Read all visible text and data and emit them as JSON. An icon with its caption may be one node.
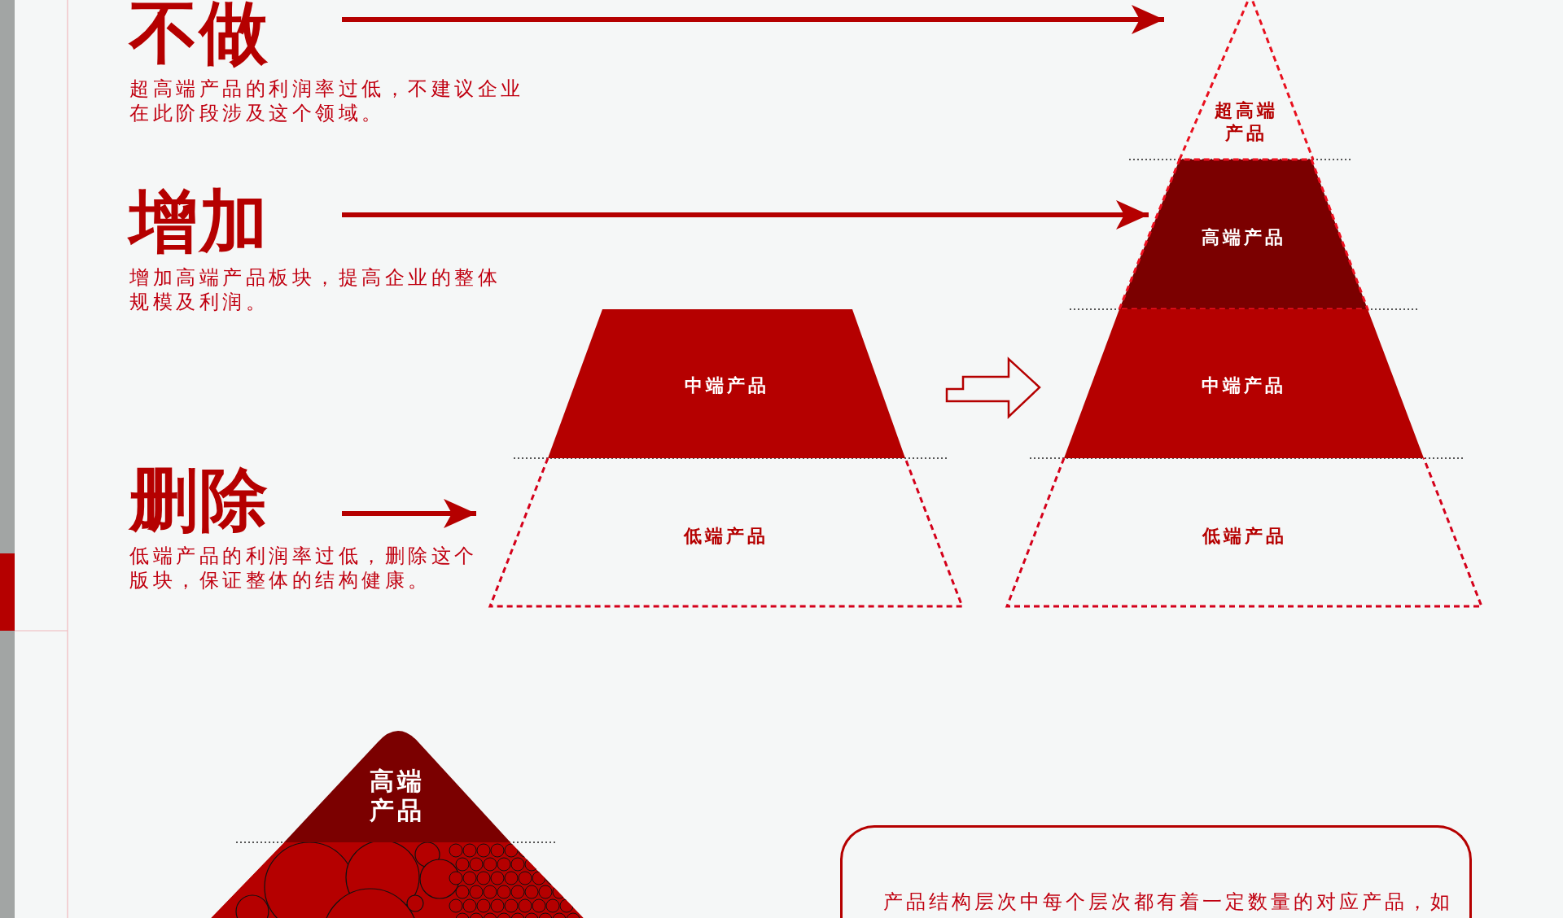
{
  "diagram": {
    "nodes": [
      {
        "text": [
          "不做",
          "超高端产品的利润率过低，不建议企业在此阶段涉及这个领域。"
        ]
      },
      {
        "text": [
          "增加",
          "增加高端产品板块，提高企业的整体规模及利润。"
        ]
      },
      {
        "text": [
          "删除",
          "低端产品的利润率过低，删除这个版块，保证整体的结构健康。"
        ]
      },
      {
        "text": [
          "中端产品"
        ]
      },
      {
        "text": [
          "低端产品"
        ]
      },
      {
        "text": [
          "超高端产品"
        ]
      },
      {
        "text": [
          "高端产品"
        ]
      },
      {
        "text": [
          "中端产品"
        ]
      },
      {
        "text": [
          "低端产品"
        ]
      },
      {
        "text": [
          "高端产品"
        ]
      },
      {
        "text": [
          "产品结构层次中每个层次都有着一定数量的对应产品，如"
        ]
      }
    ],
    "edges": [
      {
        "from": 0,
        "to": 5,
        "arrow": "to"
      },
      {
        "from": 1,
        "to": 6,
        "arrow": "to"
      },
      {
        "from": 2,
        "to": 4,
        "arrow": "to"
      },
      {
        "from": 3,
        "to": 7,
        "arrow": "to"
      }
    ]
  }
}
